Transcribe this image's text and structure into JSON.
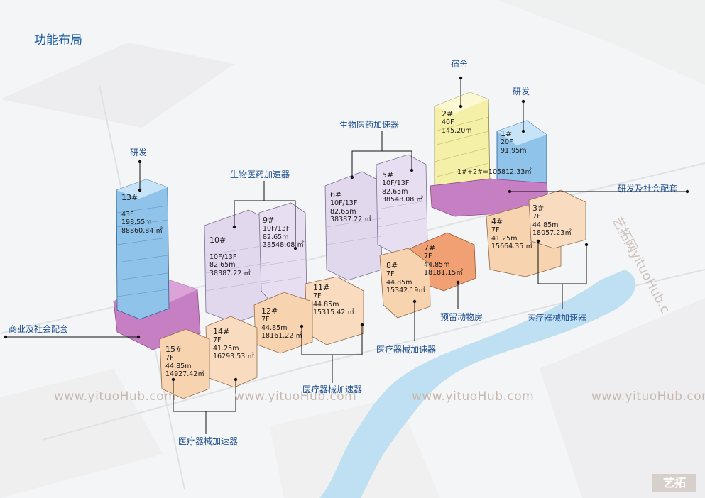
{
  "page_title": "功能布局",
  "colors": {
    "research": "#8fc3ea",
    "dorm": "#f5f0a8",
    "bio": "#e2d8ee",
    "medical": "#f7d3b0",
    "animal": "#f0a072",
    "commercial": "#c77fc4",
    "label": "#1f4f8f",
    "water": "#bfe0f2"
  },
  "buildings": [
    {
      "id": "b13",
      "num": "13#",
      "lines": [
        "43F",
        "198.55m",
        "88860.84 ㎡"
      ]
    },
    {
      "id": "b2",
      "num": "2#",
      "lines": [
        "40F",
        "145.20m"
      ]
    },
    {
      "id": "b1",
      "num": "1#",
      "lines": [
        "20F",
        "91.95m"
      ]
    },
    {
      "id": "b12total",
      "num": "",
      "lines": [
        "1#+2#=105812.33㎡"
      ]
    },
    {
      "id": "b10",
      "num": "10#",
      "lines": [
        "10F/13F",
        "82.65m",
        "38387.22 ㎡"
      ]
    },
    {
      "id": "b9",
      "num": "9#",
      "lines": [
        "10F/13F",
        "82.65m",
        "38548.08 ㎡"
      ]
    },
    {
      "id": "b6",
      "num": "6#",
      "lines": [
        "10F/13F",
        "82.65m",
        "38387.22 ㎡"
      ]
    },
    {
      "id": "b5",
      "num": "5#",
      "lines": [
        "10F/13F",
        "82.65m",
        "38548.08 ㎡"
      ]
    },
    {
      "id": "b3",
      "num": "3#",
      "lines": [
        "7F",
        "44.85m",
        "18057.23㎡"
      ]
    },
    {
      "id": "b4",
      "num": "4#",
      "lines": [
        "7F",
        "41.25m",
        "15664.35 ㎡"
      ]
    },
    {
      "id": "b7",
      "num": "7#",
      "lines": [
        "7F",
        "44.85m",
        "18181.15㎡"
      ]
    },
    {
      "id": "b8",
      "num": "8#",
      "lines": [
        "7F",
        "44.85m",
        "15342.19㎡"
      ]
    },
    {
      "id": "b11",
      "num": "11#",
      "lines": [
        "7F",
        "44.85m",
        "15315.42 ㎡"
      ]
    },
    {
      "id": "b12",
      "num": "12#",
      "lines": [
        "7F",
        "44.85m",
        "18161.22 ㎡"
      ]
    },
    {
      "id": "b14",
      "num": "14#",
      "lines": [
        "7F",
        "41.25m",
        "16293.53 ㎡"
      ]
    },
    {
      "id": "b15",
      "num": "15#",
      "lines": [
        "7F",
        "44.85m",
        "14927.42㎡"
      ]
    }
  ],
  "callouts": {
    "dorm": "宿舍",
    "research_top": "研发",
    "research_left": "研发",
    "bio_mid": "生物医药加速器",
    "bio_right": "生物医药加速器",
    "research_social": "研发及社会配套",
    "commercial_social": "商业及社会配套",
    "animal_house": "预留动物房",
    "med_right": "医疗器械加速器",
    "med_center": "医疗器械加速器",
    "med_mid": "医疗器械加速器",
    "med_bottom": "医疗器械加速器"
  },
  "watermarks": {
    "w1": "www.yituoHub.com",
    "w2": "www.yituoHub.com",
    "w3": "www.yituoHub.com",
    "w4": "www.yituoHub.com",
    "side": "艺拓网yituoHub.c",
    "logo": "艺拓"
  }
}
